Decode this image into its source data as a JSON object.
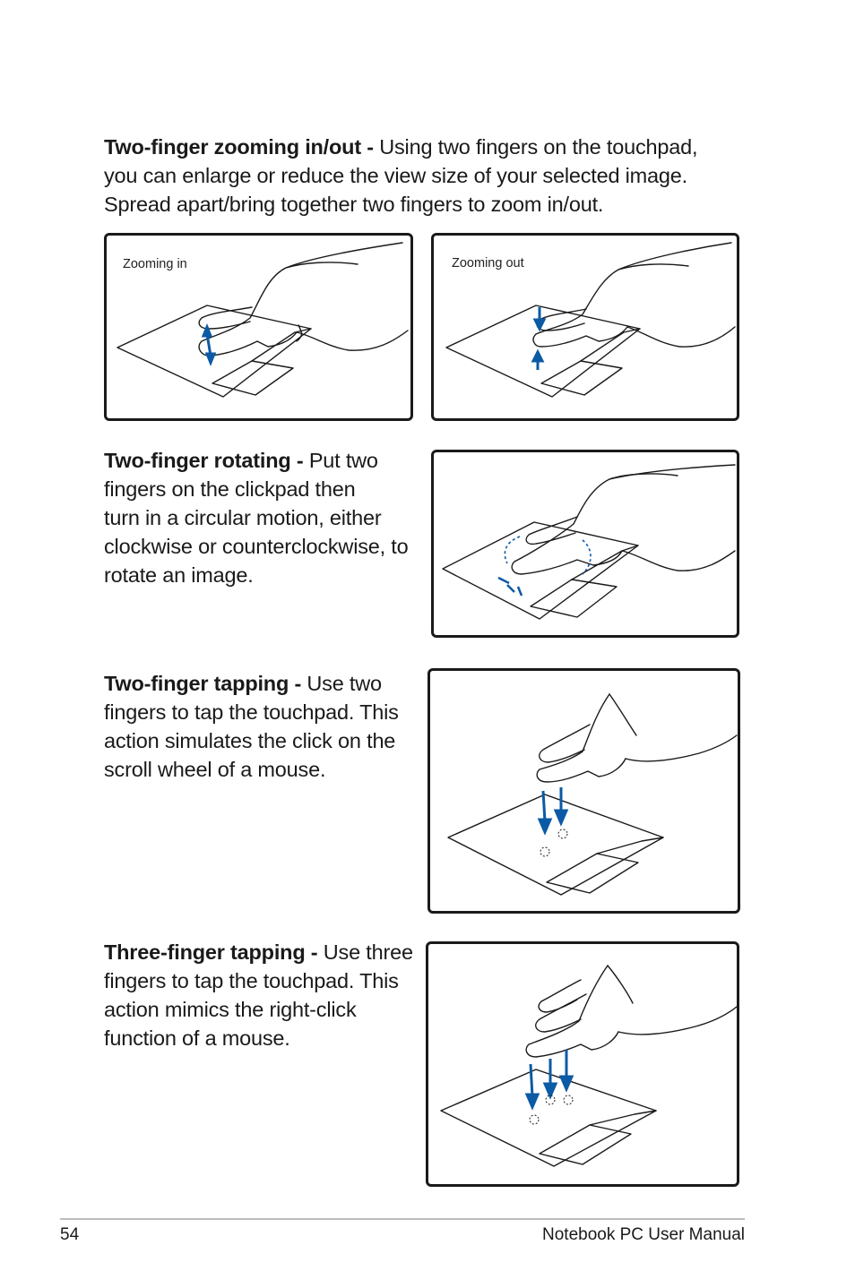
{
  "sections": [
    {
      "title": "Two-finger zooming in/out - ",
      "lines": [
        "Using two fingers on the touchpad,",
        "you can enlarge or reduce the view size of your selected image.",
        "Spread apart/bring together two fingers to zoom in/out."
      ],
      "figures": [
        {
          "caption": "Zooming in"
        },
        {
          "caption": "Zooming out"
        }
      ]
    },
    {
      "title": "Two-finger rotating - ",
      "lines": [
        "Put two",
        "fingers on the clickpad then",
        "turn in a circular motion, either",
        "clockwise or counterclockwise, to",
        "rotate an image."
      ]
    },
    {
      "title": "Two-finger tapping - ",
      "lines": [
        "Use two",
        "fingers to tap the touchpad. This",
        "action simulates the click on the",
        "scroll wheel of a mouse."
      ]
    },
    {
      "title": "Three-finger tapping - ",
      "lines": [
        "Use three",
        "fingers to tap the touchpad. This",
        "action mimics the right-click",
        "function of a mouse."
      ]
    }
  ],
  "footer": {
    "page_number": "54",
    "manual_title": "Notebook PC User Manual"
  },
  "colors": {
    "arrow": "#0b5aa5",
    "line": "#1a1a1a"
  }
}
